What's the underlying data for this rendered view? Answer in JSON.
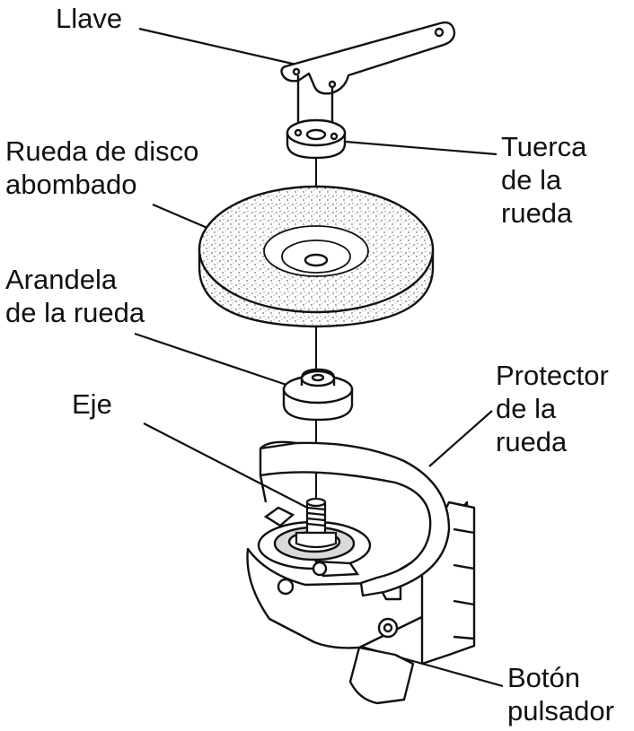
{
  "labels": {
    "llave": "Llave",
    "rueda": [
      "Rueda de disco",
      "abombado"
    ],
    "arandela": [
      "Arandela",
      "de la rueda"
    ],
    "eje": "Eje",
    "tuerca": [
      "Tuerca",
      "de la",
      "rueda"
    ],
    "protector": [
      "Protector",
      "de la",
      "rueda"
    ],
    "boton": [
      "Botón",
      "pulsador"
    ]
  },
  "colors": {
    "line": "#111111",
    "fill": "#ffffff",
    "shade": "#d9d9d9"
  }
}
